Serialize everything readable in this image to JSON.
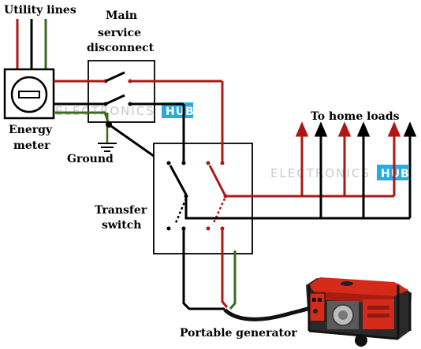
{
  "labels": {
    "utility_lines": "Utility lines",
    "main_disconnect_line1": "Main",
    "main_disconnect_line2": "service",
    "main_disconnect_line3": "disconnect",
    "energy_meter_line1": "Energy",
    "energy_meter_line2": "meter",
    "ground": "Ground",
    "to_home_loads": "To home loads",
    "transfer_switch_line1": "Transfer",
    "transfer_switch_line2": "switch",
    "portable_generator": "Portable generator"
  },
  "watermark": {
    "brand": "ELECTRONICS",
    "badge": "HUB",
    "badge_color": "#29abe2"
  },
  "colors": {
    "hot_wire": "#b01616",
    "neutral_wire": "#000000",
    "ground_wire": "#3b6a1e",
    "generator_body": "#d42a1a"
  }
}
